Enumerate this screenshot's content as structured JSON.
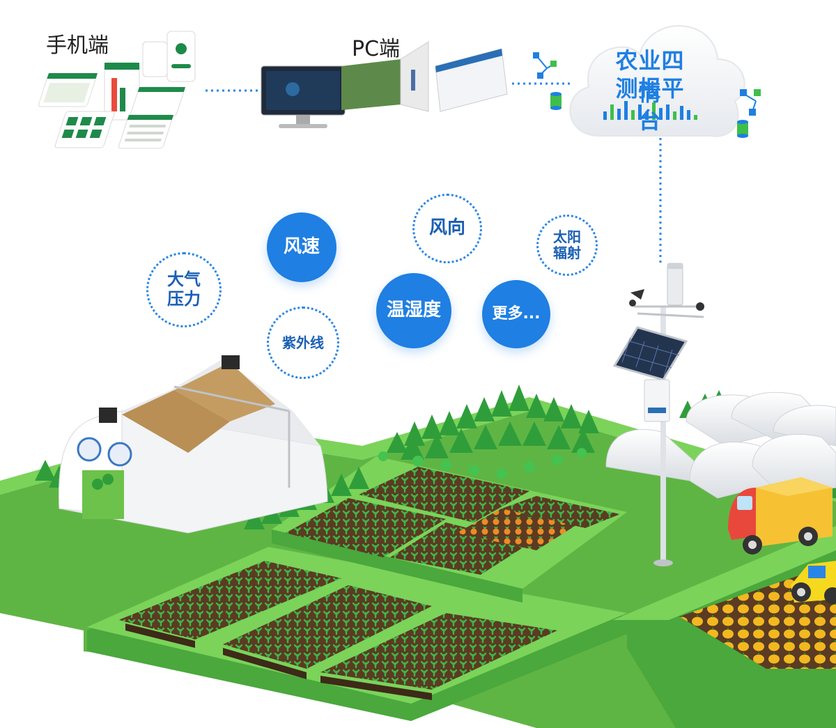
{
  "labels": {
    "mobile": "手机端",
    "pc": "PC端"
  },
  "cloud": {
    "line1": "农业四情",
    "line2": "测报平台"
  },
  "sensors": {
    "wind_speed": "风速",
    "wind_direction": "风向",
    "solar_line1": "太阳",
    "solar_line2": "辐射",
    "pressure_line1": "大气",
    "pressure_line2": "压力",
    "uv": "紫外线",
    "temp_humidity": "温湿度",
    "more": "更多..."
  },
  "colors": {
    "accent_blue": "#1f7fe2",
    "field_green": "#6cc24a",
    "soil_brown": "#5b3b22",
    "tree_green": "#2f9e3a"
  }
}
